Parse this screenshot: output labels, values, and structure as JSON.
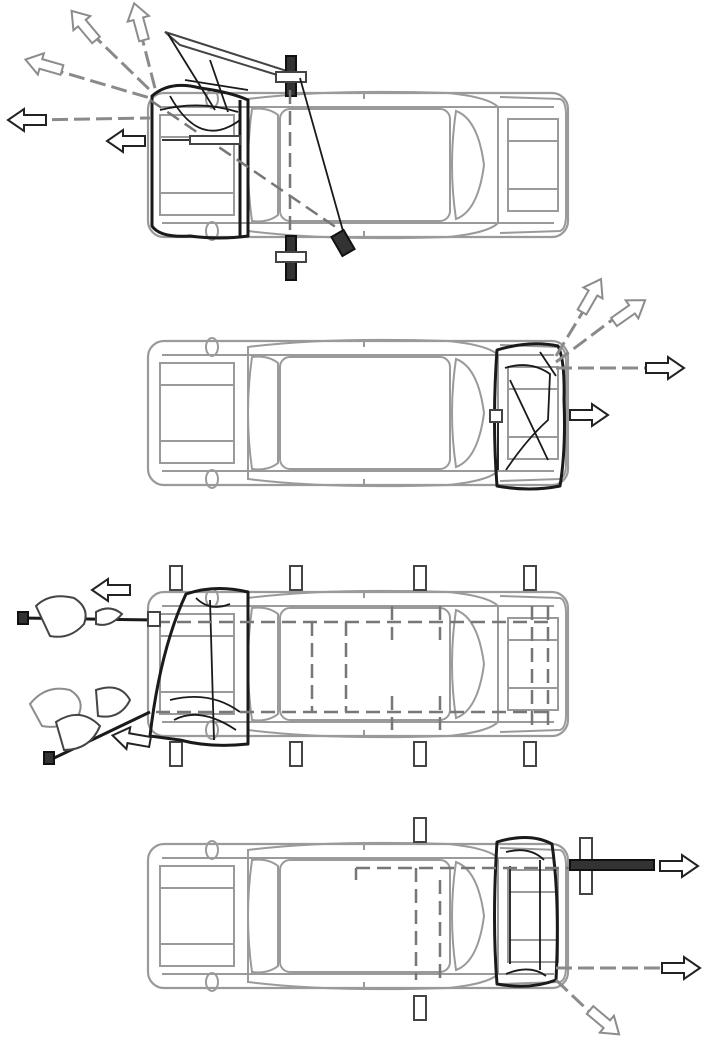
{
  "figure": {
    "panels": [
      {
        "id": "panel-1",
        "description_visible": false
      },
      {
        "id": "panel-2",
        "description_visible": false
      },
      {
        "id": "panel-3",
        "description_visible": false
      },
      {
        "id": "panel-4",
        "description_visible": false
      }
    ],
    "colors": {
      "outline": "#9a9a9a",
      "deformed_structure": "#1a1a1a",
      "force_arrow": "#222222",
      "load_path": "#8a8a8a"
    },
    "icons": [
      "car-top-view",
      "force-arrow",
      "impact-barrier",
      "pendulum-impactor"
    ]
  }
}
